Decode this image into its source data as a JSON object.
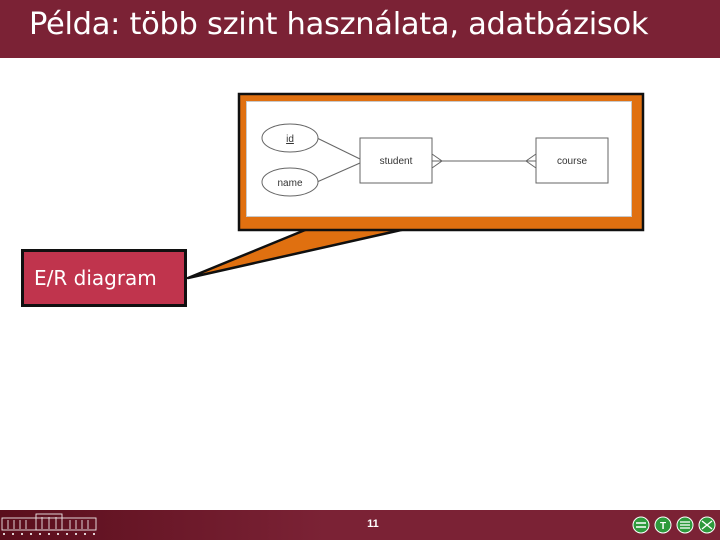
{
  "slide": {
    "title": "Példa: több szint használata, adatbázisok",
    "page_number": "11"
  },
  "callout": {
    "label": "E/R diagram"
  },
  "er_diagram": {
    "attributes": [
      "id",
      "name"
    ],
    "entities": [
      "student",
      "course"
    ]
  },
  "colors": {
    "title_bar": "#7b2235",
    "callout_orange": "#e07010",
    "label_box": "#c0344d"
  },
  "icons": {
    "logo": "university-building-logo",
    "nav": [
      "back-icon",
      "teacher-icon",
      "list-icon",
      "tools-icon"
    ]
  }
}
